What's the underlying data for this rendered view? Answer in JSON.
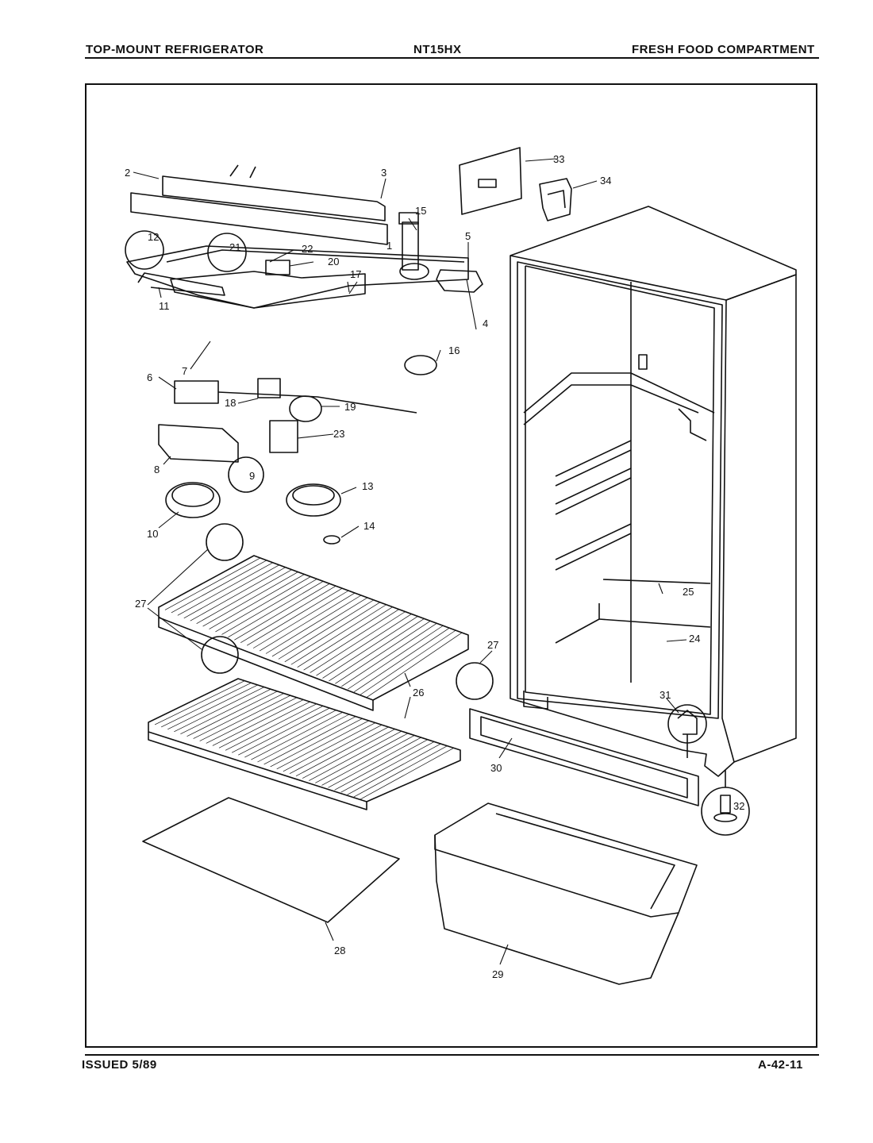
{
  "header": {
    "left": "TOP-MOUNT REFRIGERATOR",
    "center": "NT15HX",
    "right": "FRESH FOOD COMPARTMENT"
  },
  "footer": {
    "left": "ISSUED 5/89",
    "right": "A-42-11"
  },
  "callouts": [
    "1",
    "2",
    "3",
    "4",
    "5",
    "6",
    "7",
    "8",
    "9",
    "10",
    "11",
    "12",
    "13",
    "14",
    "15",
    "16",
    "17",
    "18",
    "19",
    "20",
    "21",
    "22",
    "23",
    "24",
    "25",
    "26",
    "27",
    "27",
    "28",
    "29",
    "30",
    "31",
    "32",
    "33",
    "34"
  ]
}
